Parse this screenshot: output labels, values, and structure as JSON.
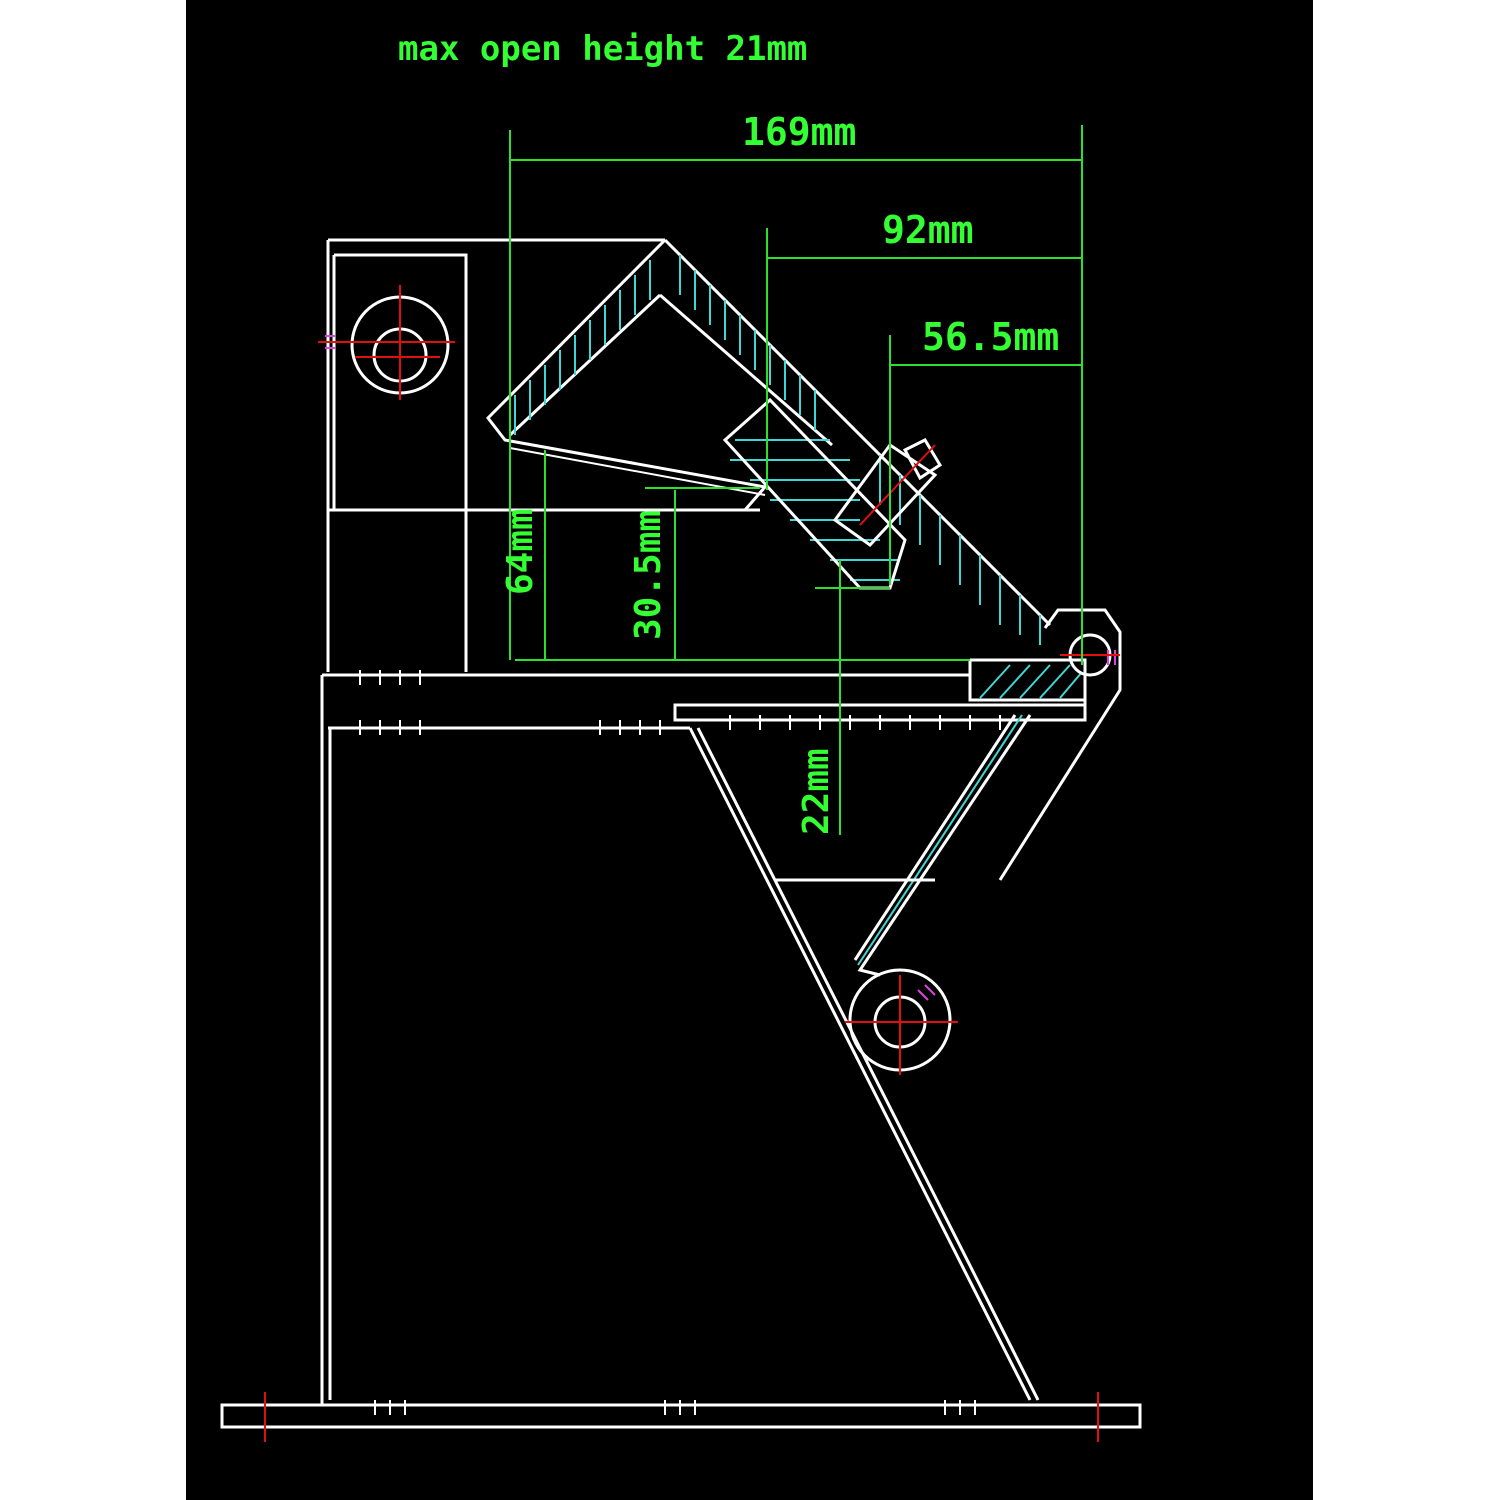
{
  "title": "max open height 21mm",
  "dimensions": {
    "overall_width": "169mm",
    "jaw_offset": "92mm",
    "bolt_offset": "56.5mm",
    "upper_height": "64mm",
    "inner_height": "30.5mm",
    "lower_depth": "22mm"
  },
  "colors": {
    "background": "#000000",
    "outline": "#ffffff",
    "hatch": "#3fd6d6",
    "dimension": "#2ee02e",
    "centerline": "#e01010"
  }
}
